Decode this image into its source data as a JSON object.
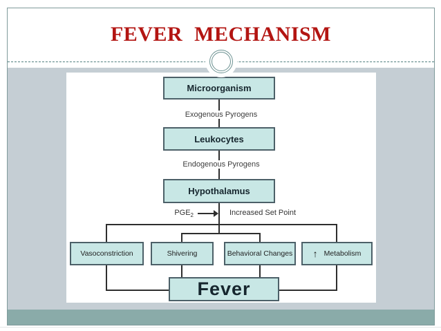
{
  "slide": {
    "title": "FEVER MECHANISM"
  },
  "diagram": {
    "microorganism": "Microorganism",
    "exogenous": "Exogenous Pyrogens",
    "leukocytes": "Leukocytes",
    "endogenous": "Endogenous Pyrogens",
    "hypothalamus": "Hypothalamus",
    "pge_base": "PGE",
    "pge_sub": "2",
    "set_point": "Increased Set Point",
    "effectors": [
      "Vasoconstriction",
      "Shivering",
      "Behavioral Changes",
      "Metabolism"
    ],
    "metabolism_arrow": "↑",
    "fever": "Fever"
  },
  "colors": {
    "title_red": "#b31512",
    "slide_border": "#7e9a9a",
    "content_background": "#c5ced4",
    "footer_teal": "#8aaba9",
    "box_fill": "#c8e7e5",
    "box_border": "#4c6068",
    "connector_line": "#2e2e2e",
    "dashed_divider": "#4e7d7d"
  }
}
